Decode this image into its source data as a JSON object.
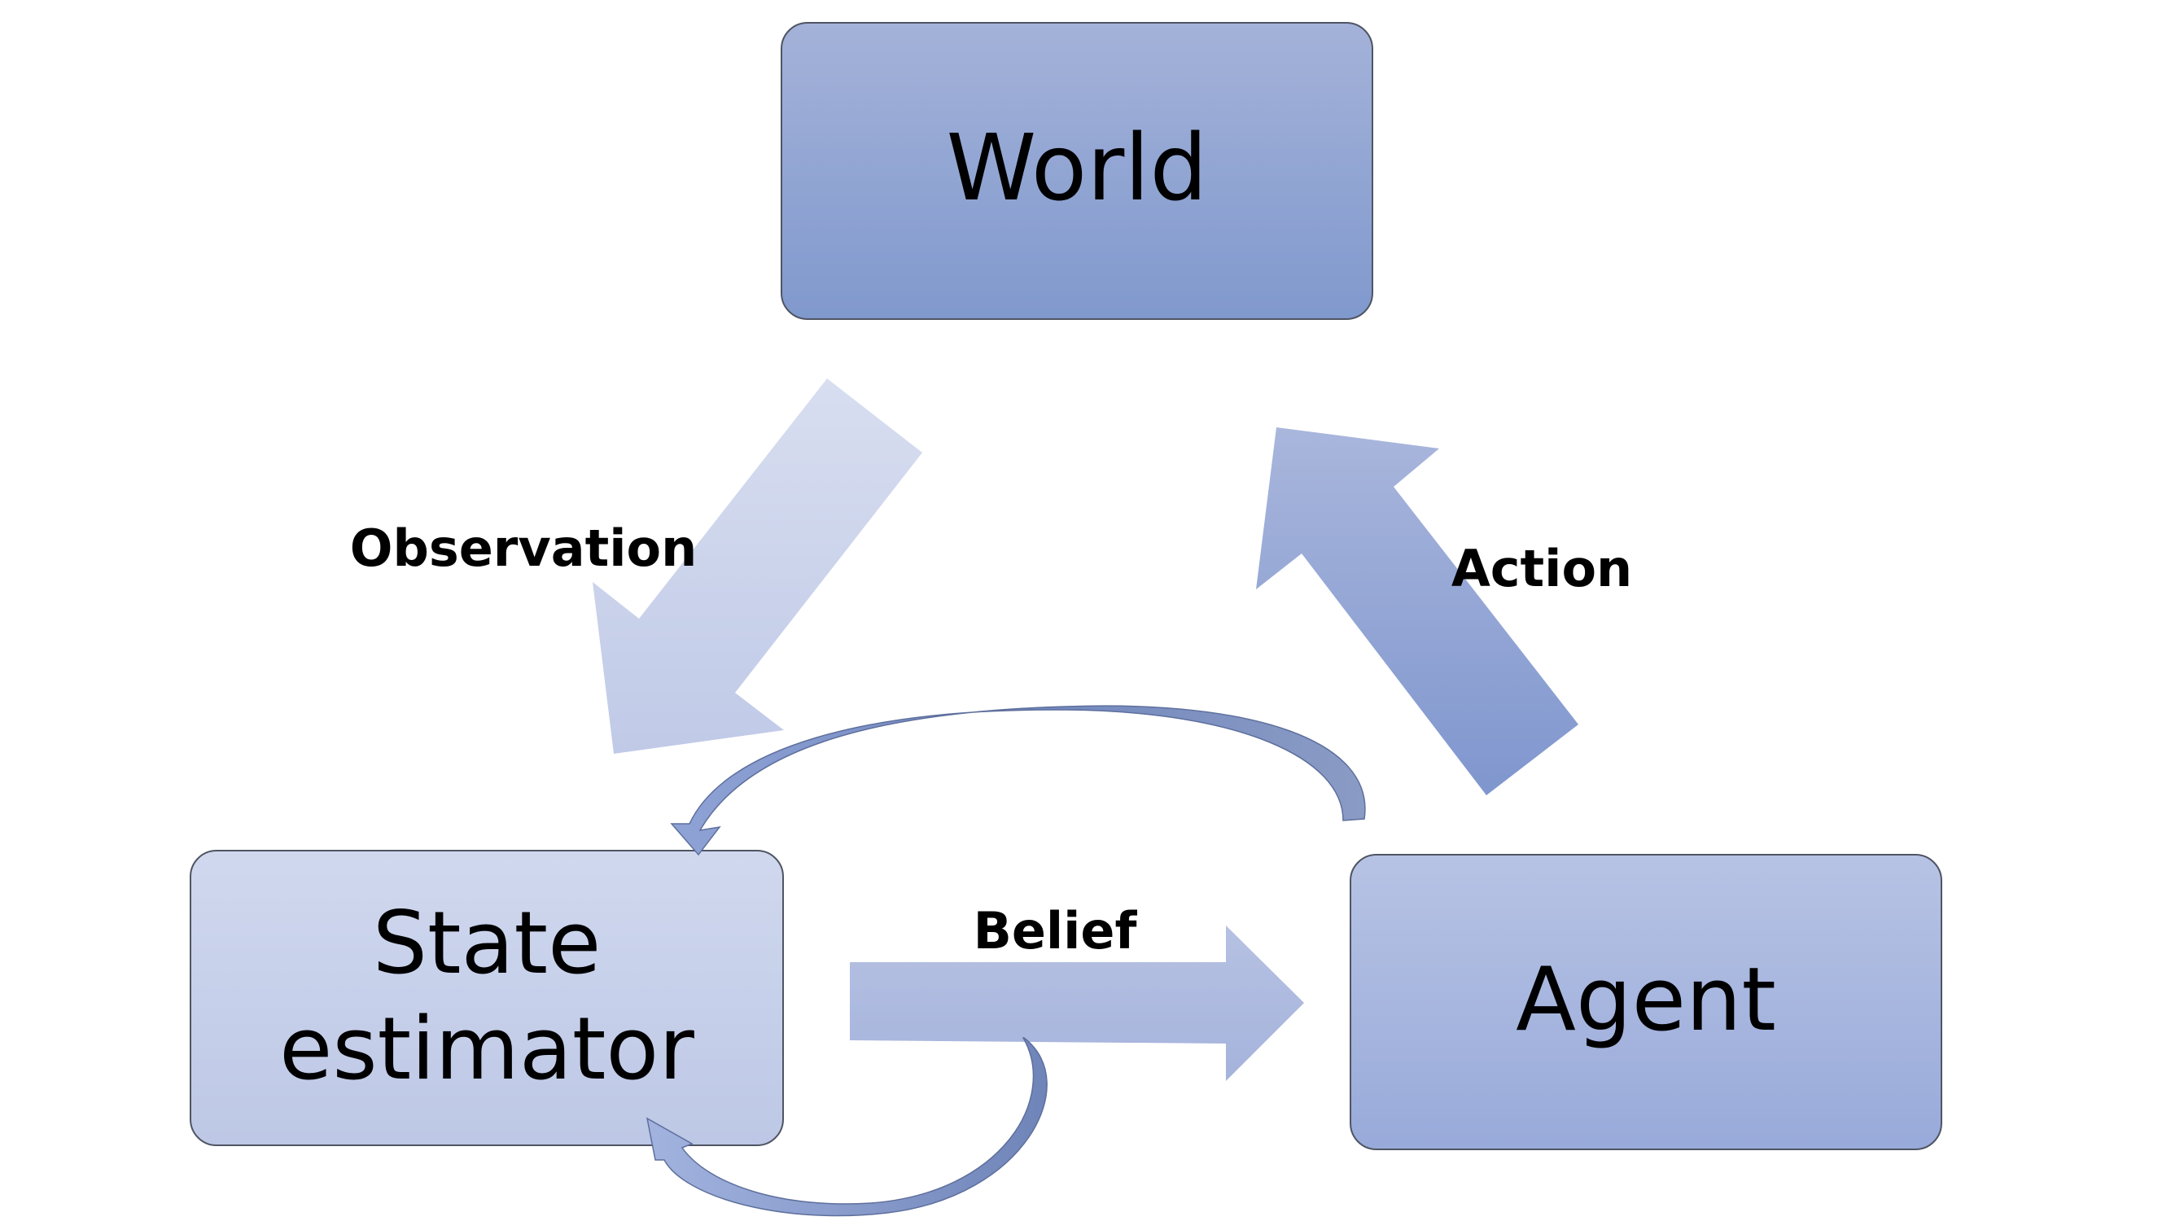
{
  "nodes": {
    "world": {
      "label": "World"
    },
    "state_estimator": {
      "label_line1": "State",
      "label_line2": "estimator"
    },
    "agent": {
      "label": "Agent"
    }
  },
  "edges": {
    "observation": {
      "label": "Observation"
    },
    "action": {
      "label": "Action"
    },
    "belief": {
      "label": "Belief"
    }
  },
  "colors": {
    "box_top": "#A3B1D8",
    "box_bottom": "#7F98CC",
    "box_light_top": "#CED6EC",
    "box_light_bottom": "#BFC9E6",
    "arrow_light": "#CBD3EB",
    "arrow_mid": "#A9B6DC",
    "arrow_dark": "#7F98CC",
    "curved_arrow_dark": "#6F84B8",
    "curved_arrow_light": "#94A6D6",
    "outline": "#555a66"
  }
}
